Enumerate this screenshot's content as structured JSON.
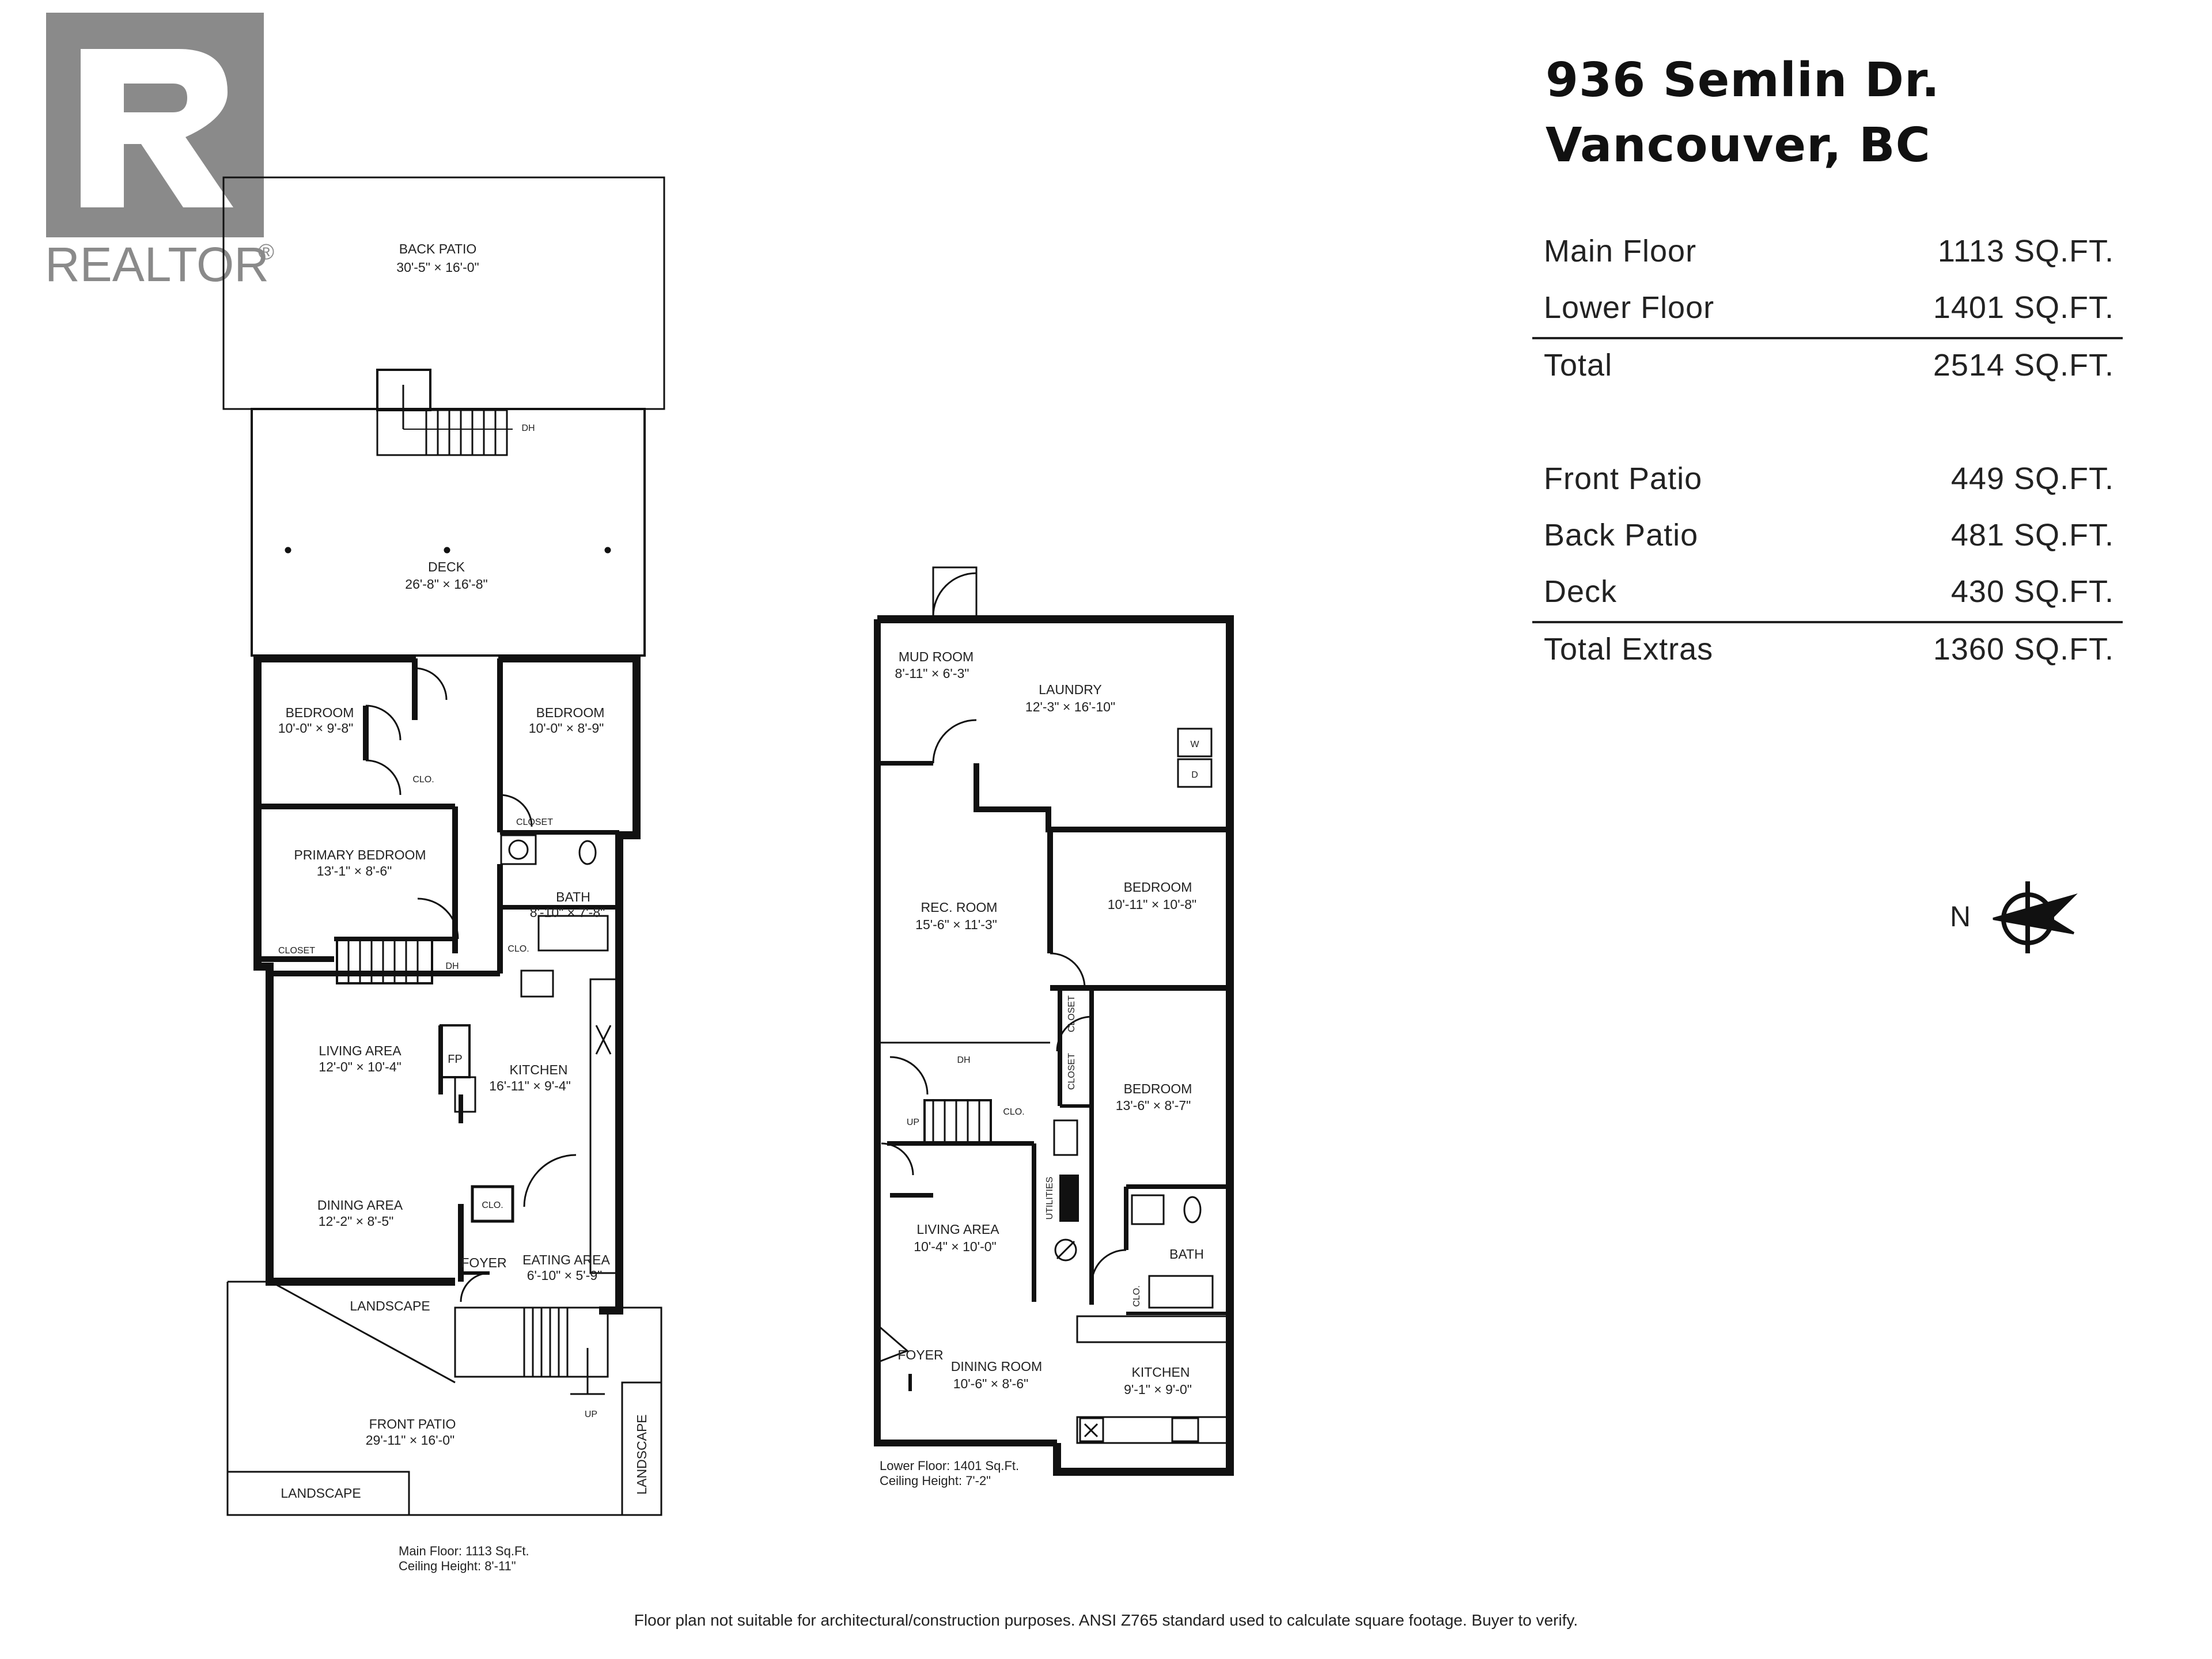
{
  "logo": {
    "text": "REALTOR",
    "mark": "®"
  },
  "address": {
    "line1": "936 Semlin Dr.",
    "line2": "Vancouver, BC"
  },
  "areas": [
    {
      "label": "Main Floor",
      "value": "1113 SQ.FT."
    },
    {
      "label": "Lower Floor",
      "value": "1401 SQ.FT."
    },
    {
      "label": "Total",
      "value": "2514 SQ.FT."
    },
    {
      "label": "Front Patio",
      "value": "449 SQ.FT."
    },
    {
      "label": "Back Patio",
      "value": "481 SQ.FT."
    },
    {
      "label": "Deck",
      "value": "430 SQ.FT."
    },
    {
      "label": "Total Extras",
      "value": "1360 SQ.FT."
    }
  ],
  "compass_label": "N",
  "main_floor": {
    "rooms": [
      {
        "name": "BACK PATIO",
        "dims": "30'-5\" × 16'-0\""
      },
      {
        "name": "DECK",
        "dims": "26'-8\" × 16'-8\""
      },
      {
        "name": "BEDROOM",
        "dims": "10'-0\" × 9'-8\""
      },
      {
        "name": "BEDROOM",
        "dims": "10'-0\" × 8'-9\""
      },
      {
        "name": "PRIMARY BEDROOM",
        "dims": "13'-1\" × 8'-6\""
      },
      {
        "name": "BATH",
        "dims": "8'-10\" × 7'-8\""
      },
      {
        "name": "LIVING AREA",
        "dims": "12'-0\" × 10'-4\""
      },
      {
        "name": "KITCHEN",
        "dims": "16'-11\" × 9'-4\""
      },
      {
        "name": "DINING AREA",
        "dims": "12'-2\" × 8'-5\""
      },
      {
        "name": "EATING AREA",
        "dims": "6'-10\" × 5'-9\""
      },
      {
        "name": "FRONT PATIO",
        "dims": "29'-11\" × 16'-0\""
      }
    ],
    "labels": [
      "CLO.",
      "CLOSET",
      "CLO.",
      "CLOSET",
      "DH",
      "DH",
      "FP",
      "CLO.",
      "FOYER",
      "LANDSCAPE",
      "LANDSCAPE",
      "LANDSCAPE",
      "UP"
    ],
    "caption": [
      "Main Floor: 1113 Sq.Ft.",
      "Ceiling Height: 8'-11\""
    ]
  },
  "lower_floor": {
    "rooms": [
      {
        "name": "MUD ROOM",
        "dims": "8'-11\" × 6'-3\""
      },
      {
        "name": "LAUNDRY",
        "dims": "12'-3\" × 16'-10\""
      },
      {
        "name": "REC. ROOM",
        "dims": "15'-6\" × 11'-3\""
      },
      {
        "name": "BEDROOM",
        "dims": "10'-11\" × 10'-8\""
      },
      {
        "name": "BEDROOM",
        "dims": "13'-6\" × 8'-7\""
      },
      {
        "name": "LIVING AREA",
        "dims": "10'-4\" × 10'-0\""
      },
      {
        "name": "BATH",
        "dims": ""
      },
      {
        "name": "DINING ROOM",
        "dims": "10'-6\" × 8'-6\""
      },
      {
        "name": "KITCHEN",
        "dims": "9'-1\" × 9'-0\""
      }
    ],
    "labels": [
      "W",
      "D",
      "DH",
      "UP",
      "CLO.",
      "CLOSET",
      "CLOSET",
      "UTILITIES",
      "CLO.",
      "FOYER"
    ],
    "caption": [
      "Lower Floor: 1401 Sq.Ft.",
      "Ceiling Height: 7'-2\""
    ]
  },
  "disclaimer": "Floor plan not suitable for architectural/construction purposes. ANSI Z765 standard used to calculate square footage. Buyer to verify."
}
